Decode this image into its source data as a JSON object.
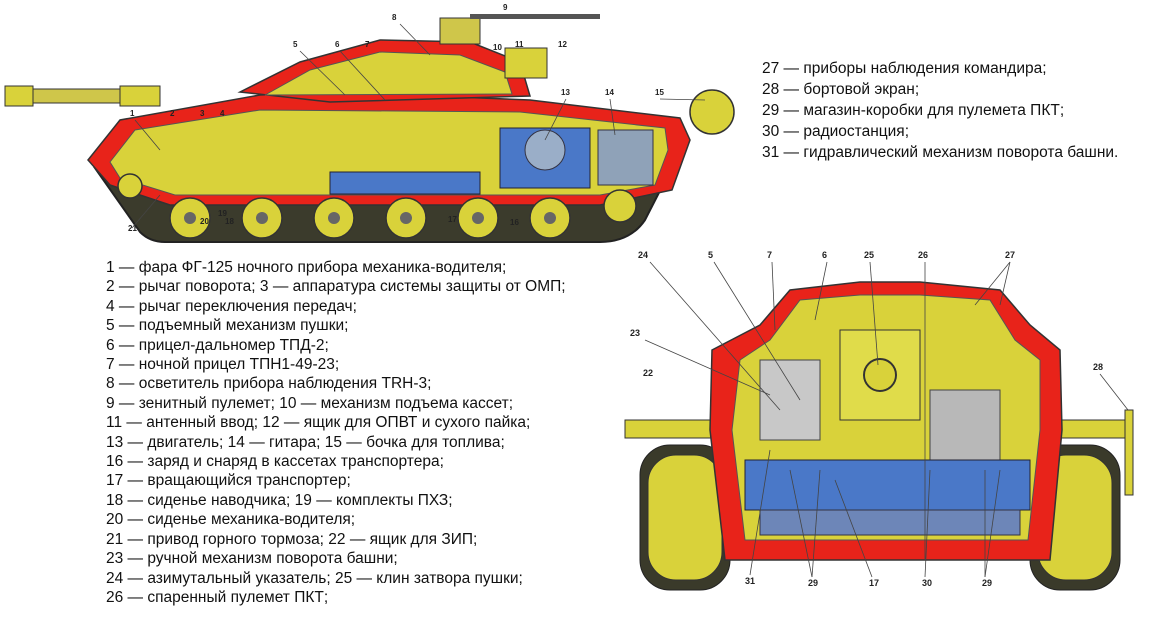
{
  "legend_left": [
    "1    — фара ФГ-125 ночного прибора механика-водителя;",
    "2 — рычаг поворота; 3 — аппаратура системы защиты от ОМП;",
    "4 — рычаг переключения передач;",
    "5 — подъемный механизм пушки;",
    "6 — прицел-дальномер ТПД-2;",
    "7 — ночной прицел ТПН1-49-23;",
    "8 — осветитель прибора наблюдения TRH-3;",
    "9 — зенитный пулемет; 10 — механизм подъема кассет;",
    "11  — антенный ввод; 12 — ящик для ОПВТ и сухого пайка;",
    "13 — двигатель; 14 — гитара; 15 — бочка для топлива;",
    "16 — заряд и снаряд в кассетах транспортера;",
    "17 — вращающийся транспортер;",
    "18 — сиденье наводчика; 19 — комплекты ПХЗ;",
    "20 — сиденье механика-водителя;",
    "21 — привод горного тормоза; 22 — ящик для ЗИП;",
    "23 — ручной механизм поворота башни;",
    "24 — азимутальный указатель; 25 — клин затвора пушки;",
    "26 — спаренный пулемет ПКТ;"
  ],
  "legend_right": [
    "27 — приборы наблюдения командира;",
    "28 — бортовой экран;",
    "29 — магазин-коробки для пулемета ПКТ;",
    "30 — радиостанция;",
    "31 — гидравлический механизм поворота башни."
  ],
  "side_callouts": [
    "8",
    "9",
    "5",
    "6",
    "7",
    "10",
    "11",
    "12",
    "13",
    "14",
    "15",
    "1",
    "2",
    "3",
    "4",
    "16",
    "17",
    "18",
    "19",
    "20",
    "21"
  ],
  "front_callouts": [
    "24",
    "5",
    "7",
    "6",
    "25",
    "26",
    "27",
    "23",
    "22",
    "28",
    "31",
    "29",
    "17",
    "30",
    "29"
  ],
  "colors": {
    "armor": "#e8231a",
    "equipment": "#d9d23a",
    "engine_blue": "#4a78c8",
    "track": "#3a3a2a",
    "steel": "#8f8f8f"
  }
}
